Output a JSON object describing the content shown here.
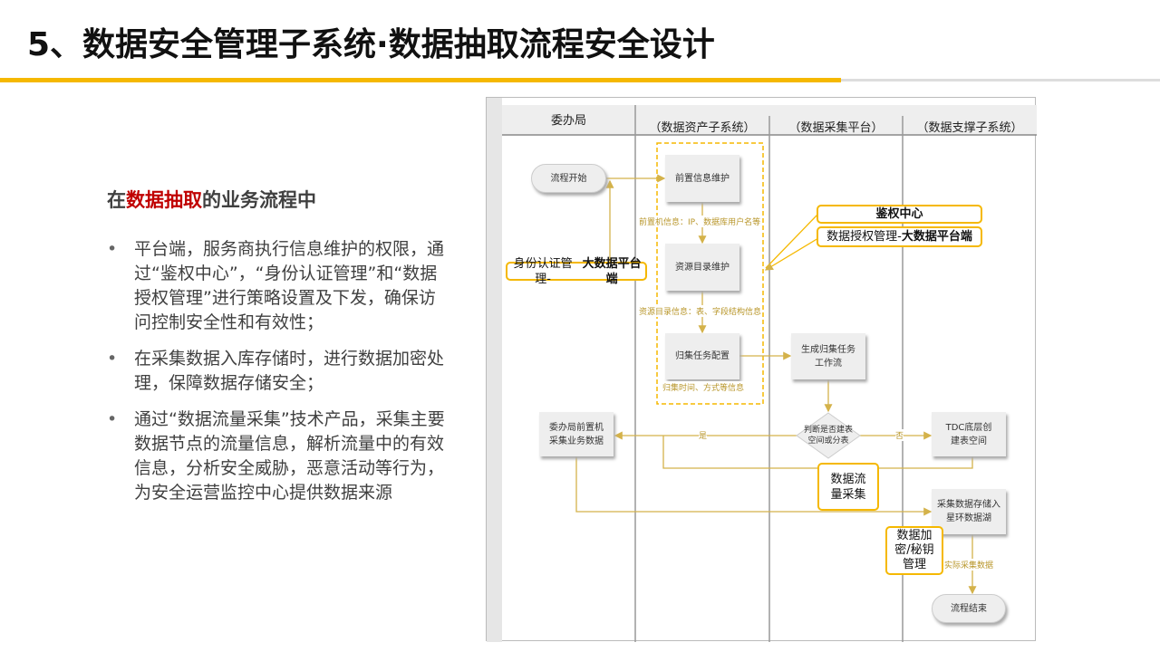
{
  "title": "5、数据安全管理子系统·数据抽取流程安全设计",
  "colors": {
    "accent": "#f5b800",
    "highlight": "#c00000",
    "flow_line": "#d4b24a"
  },
  "left": {
    "heading_pre": "在",
    "heading_highlight": "数据抽取",
    "heading_post": "的业务流程中",
    "bullets": [
      "平台端，服务商执行信息维护的权限，通过“鉴权中心”，“身份认证管理”和“数据授权管理”进行策略设置及下发，确保访问控制安全性和有效性；",
      "在采集数据入库存储时，进行数据加密处理，保障数据存储安全；",
      "通过“数据流量采集”技术产品，采集主要数据节点的流量信息，解析流量中的有效信息，分析安全威胁，恶意活动等行为，为安全运营监控中心提供数据来源"
    ]
  },
  "diagram": {
    "lanes": [
      "委办局",
      "（数据资产子系统）",
      "（数据采集平台）",
      "（数据支撑子系统）"
    ],
    "nodes": {
      "start": "流程开始",
      "prep": "前置信息维护",
      "catalog": "资源目录维护",
      "task": "归集任务配置",
      "workflow": "生成归集任务工作流",
      "decision": "判断是否建表空间或分表",
      "bureau": "委办局前置机采集业务数据",
      "tdc": "TDC底层创建表空间",
      "store": "采集数据存储入星环数据湖",
      "end": "流程结束"
    },
    "labels": {
      "prep_info": "前置机信息：IP、数据库用户名等",
      "catalog_info": "资源目录信息：表、字段结构信息",
      "task_info": "归集时间、方式等信息",
      "yes": "是",
      "no": "否",
      "actual": "实际采集数据"
    },
    "callouts": {
      "auth_center": "鉴权中心",
      "data_auth_pre": "数据授权管理-",
      "data_auth_bold": "大数据平台端",
      "identity_pre": "身份认证管理-",
      "identity_bold": "大数据平台端",
      "traffic": "数据流量采集",
      "encrypt": "数据加密/秘钥管理"
    }
  }
}
